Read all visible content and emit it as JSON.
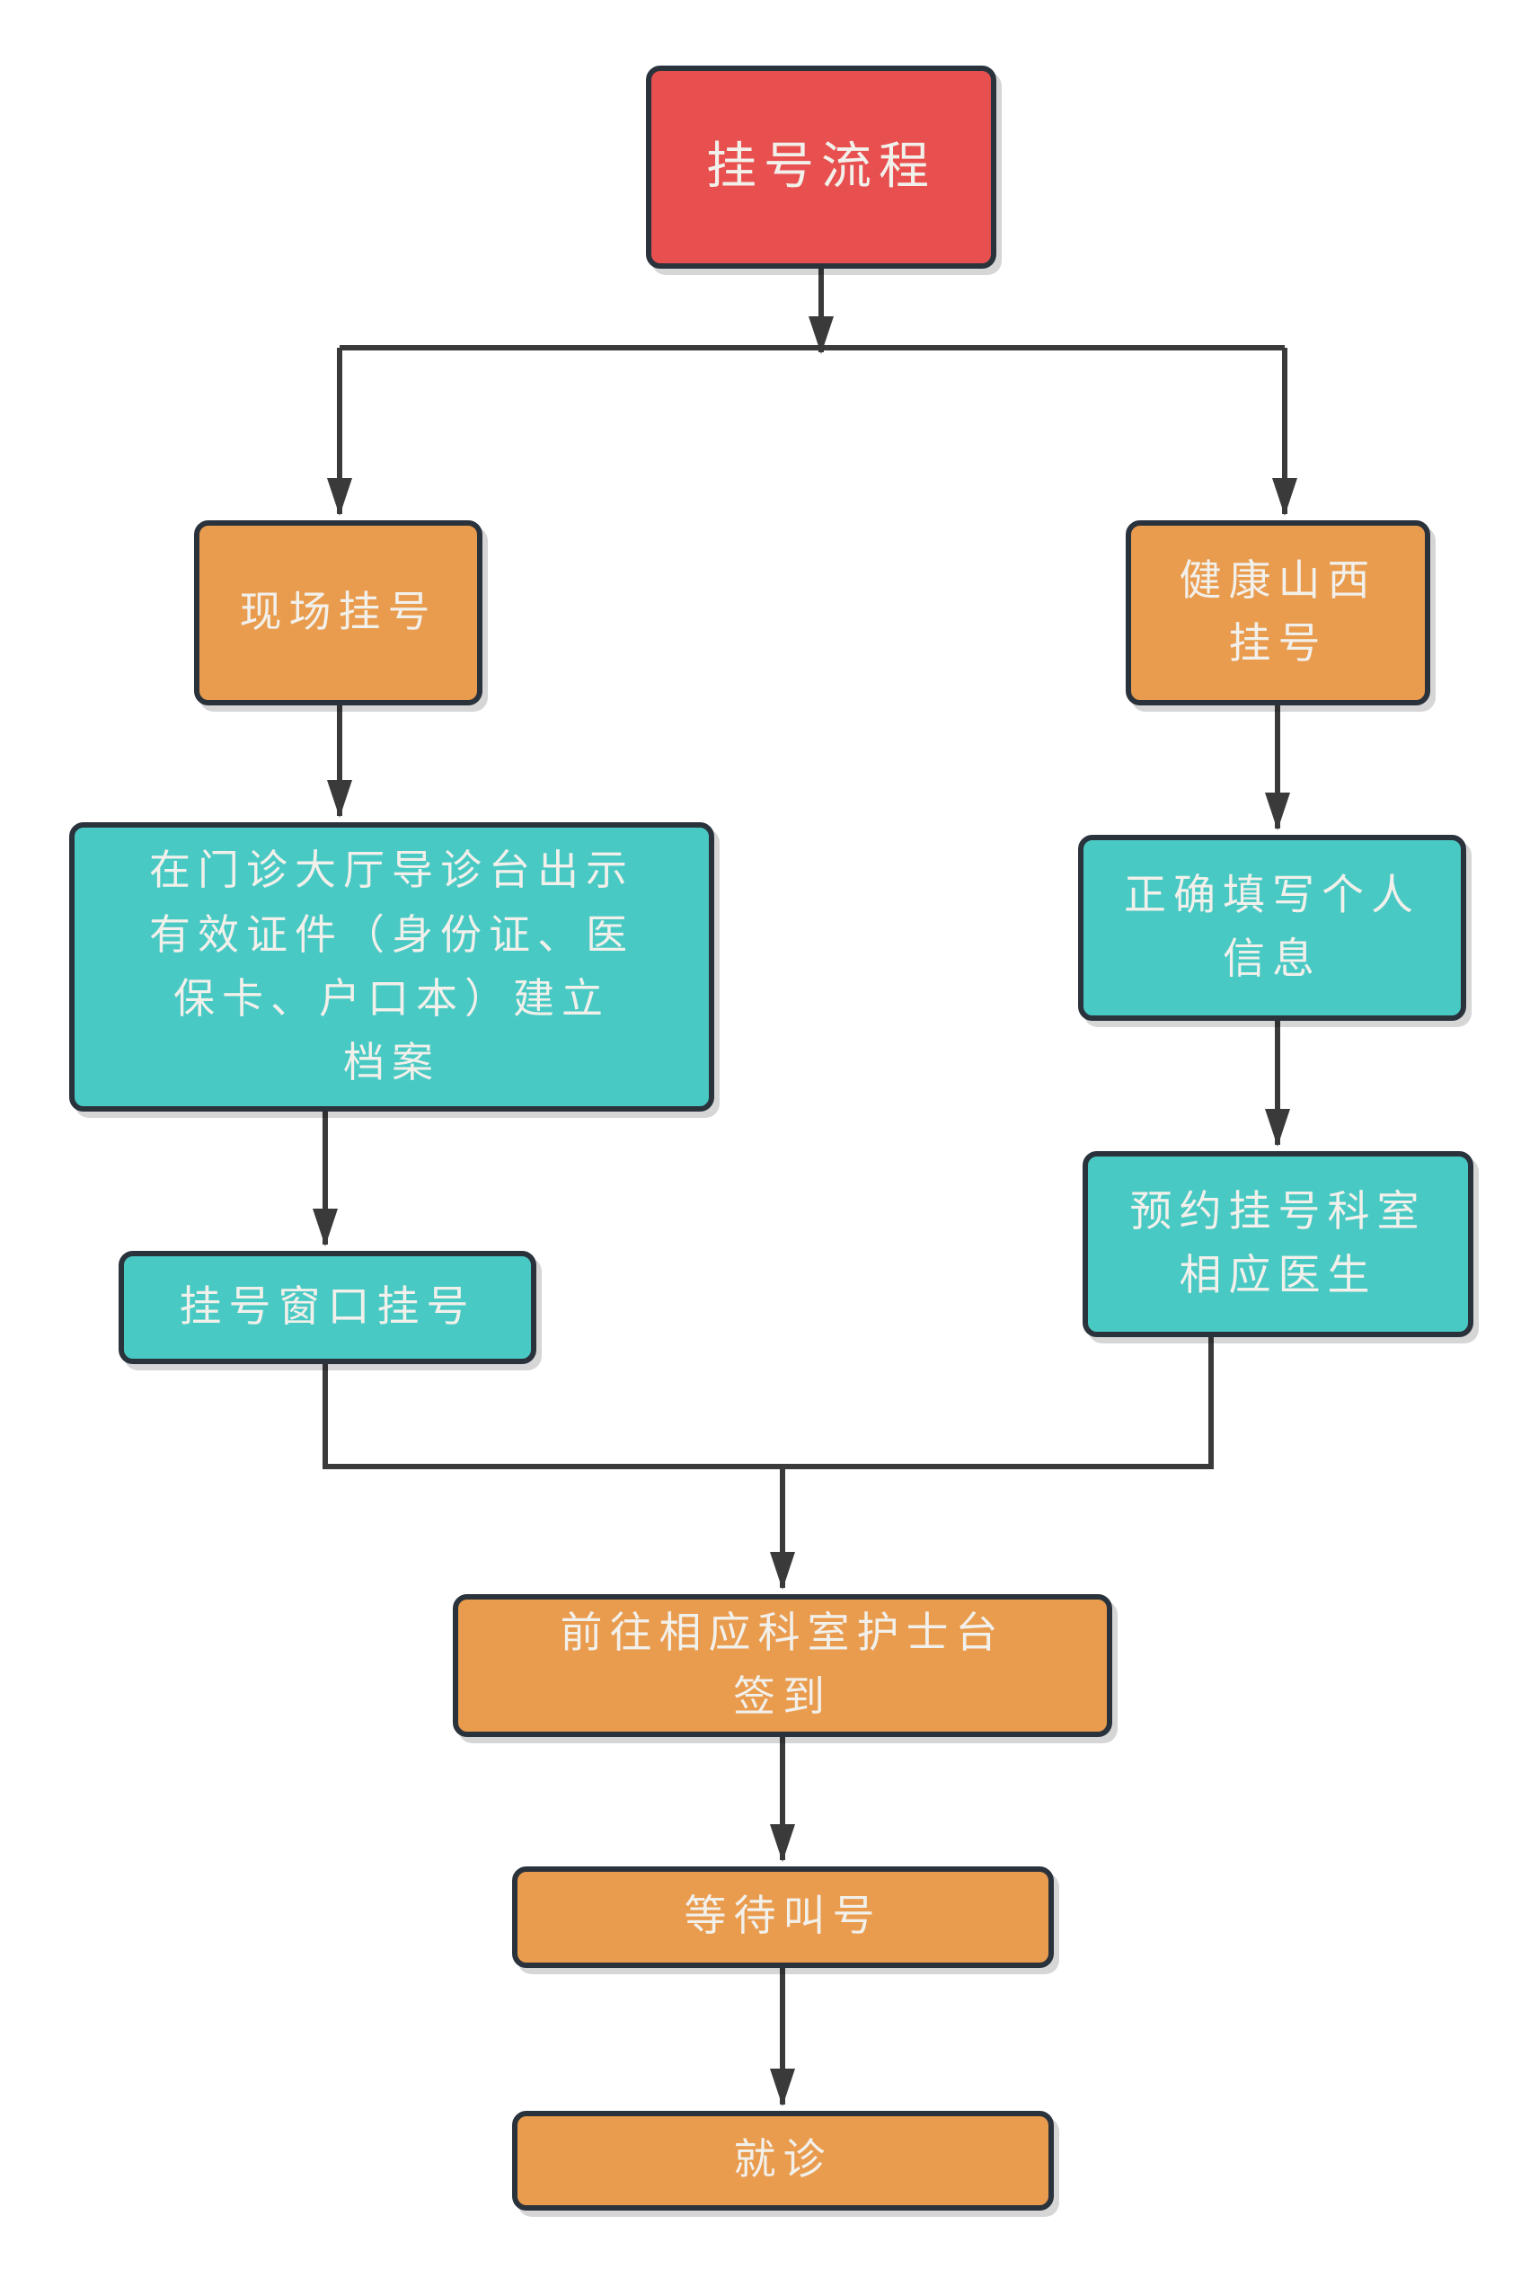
{
  "flowchart": {
    "nodes": {
      "title": {
        "label": "挂号流程"
      },
      "onsite": {
        "label": "现场挂号"
      },
      "jkshanxi": {
        "label": "健康山西\n挂号"
      },
      "desk": {
        "label": "在门诊大厅导诊台出示\n有效证件（身份证、医\n保卡、户口本）建立\n档案"
      },
      "fill_info": {
        "label": "正确填写个人\n信息"
      },
      "book_doctor": {
        "label": "预约挂号科室\n相应医生"
      },
      "window": {
        "label": "挂号窗口挂号"
      },
      "nurse": {
        "label": "前往相应科室护士台\n签到"
      },
      "wait_call": {
        "label": "等待叫号"
      },
      "visit": {
        "label": "就诊"
      }
    }
  },
  "colors": {
    "red": "#e85050",
    "orange": "#e99b4e",
    "teal": "#49c9c4",
    "border": "#2a323c",
    "connector": "#3a3a3a",
    "text": "#f2f0ea",
    "background": "#ffffff"
  }
}
